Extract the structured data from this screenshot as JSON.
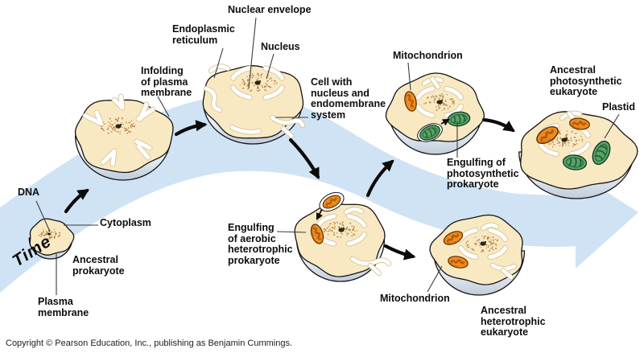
{
  "figure": {
    "time_label": "Time",
    "copyright": "Copyright © Pearson Education, Inc., publishing as Benjamin Cummings."
  },
  "labels": {
    "nuclear_envelope": "Nuclear envelope",
    "endoplasmic_reticulum": "Endoplasmic\nreticulum",
    "nucleus": "Nucleus",
    "infolding": "Infolding\nof plasma\nmembrane",
    "cell_with_nucleus": "Cell with\nnucleus and\nendomembrane\nsystem",
    "mitochondrion_top": "Mitochondrion",
    "ancestral_photosynthetic": "Ancestral\nphotosynthetic\neukaryote",
    "plastid": "Plastid",
    "engulfing_photosynthetic": "Engulfing of\nphotosynthetic\nprokaryote",
    "dna": "DNA",
    "cytoplasm": "Cytoplasm",
    "ancestral_prokaryote": "Ancestral\nprokaryote",
    "plasma_membrane": "Plasma\nmembrane",
    "engulfing_aerobic": "Engulfing\nof aerobic\nheterotrophic\nprokaryote",
    "mitochondrion_bottom": "Mitochondrion",
    "ancestral_heterotrophic": "Ancestral\nheterotrophic\neukaryote"
  },
  "colors": {
    "flow_band": "#cfe3f5",
    "cytoplasm": "#f9e9c3",
    "bowl_light": "#f5f8fa",
    "bowl_shade": "#bfccd9",
    "outline": "#141414",
    "mitochondrion": "#ee8a1d",
    "plastid": "#58a468",
    "label_text": "#0d0d0d"
  }
}
